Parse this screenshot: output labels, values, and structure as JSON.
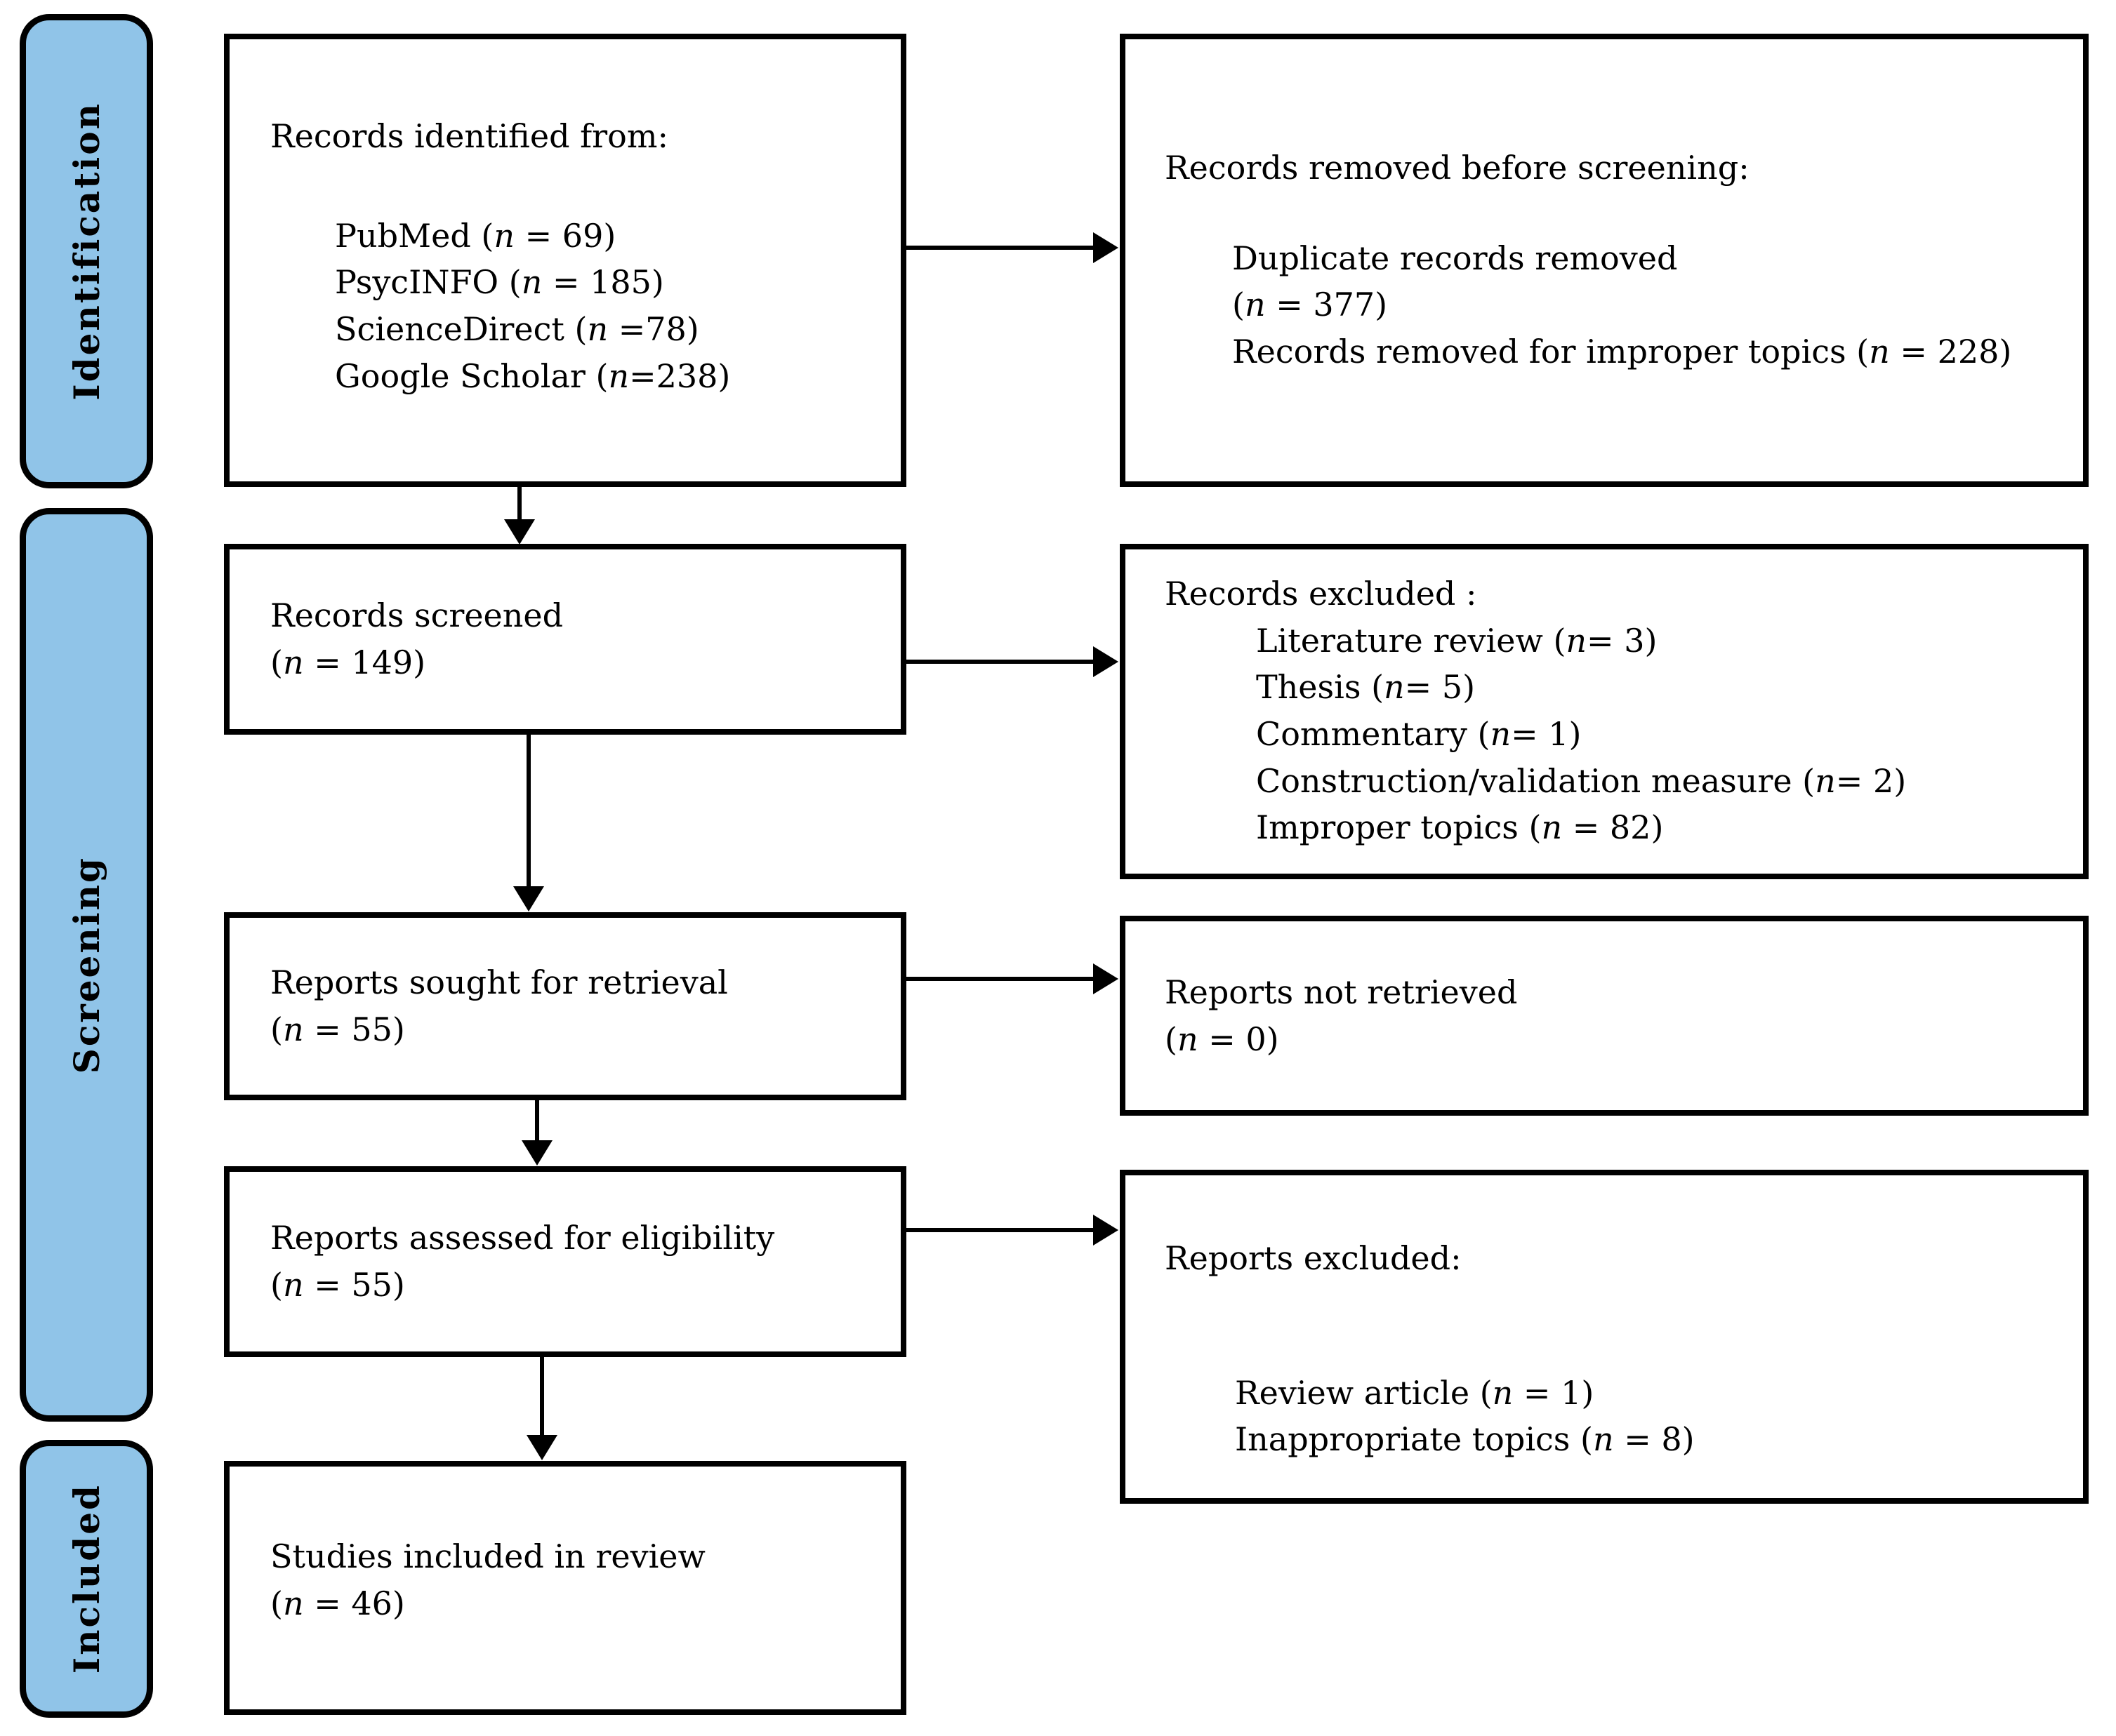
{
  "figure": {
    "type": "prisma-flow-diagram",
    "colors": {
      "stage_fill": "#90C4E8",
      "border": "#000000",
      "background": "#FFFFFF"
    },
    "stages": [
      {
        "label": "Identification"
      },
      {
        "label": "Screening"
      },
      {
        "label": "Included"
      }
    ],
    "boxes": {
      "identified": {
        "title": "Records identified from:",
        "items": [
          "PubMed (n = 69)",
          "PsycINFO (n = 185)",
          "ScienceDirect (n =78)",
          "Google Scholar (n=238)"
        ]
      },
      "removed_before_screening": {
        "title": "Records removed before screening:",
        "items": [
          "Duplicate records removed",
          "(n = 377)",
          "Records removed for improper topics (n = 228)"
        ]
      },
      "screened": {
        "lines": [
          "Records screened",
          "(n = 149)"
        ]
      },
      "records_excluded": {
        "title": "Records excluded :",
        "items": [
          "Literature review (n= 3)",
          "Thesis (n= 5)",
          "Commentary (n= 1)",
          "Construction/validation measure (n= 2)",
          "Improper topics (n = 82)"
        ]
      },
      "sought": {
        "lines": [
          "Reports sought for retrieval",
          "(n = 55)"
        ]
      },
      "not_retrieved": {
        "lines": [
          "Reports not retrieved",
          "(n = 0)"
        ]
      },
      "assessed": {
        "lines": [
          "Reports assessed for eligibility",
          "(n = 55)"
        ]
      },
      "reports_excluded": {
        "title": "Reports excluded:",
        "items": [
          "Review article (n = 1)",
          "Inappropriate topics (n = 8)"
        ]
      },
      "included": {
        "lines": [
          "Studies included in review",
          "(n = 46)"
        ]
      }
    }
  }
}
